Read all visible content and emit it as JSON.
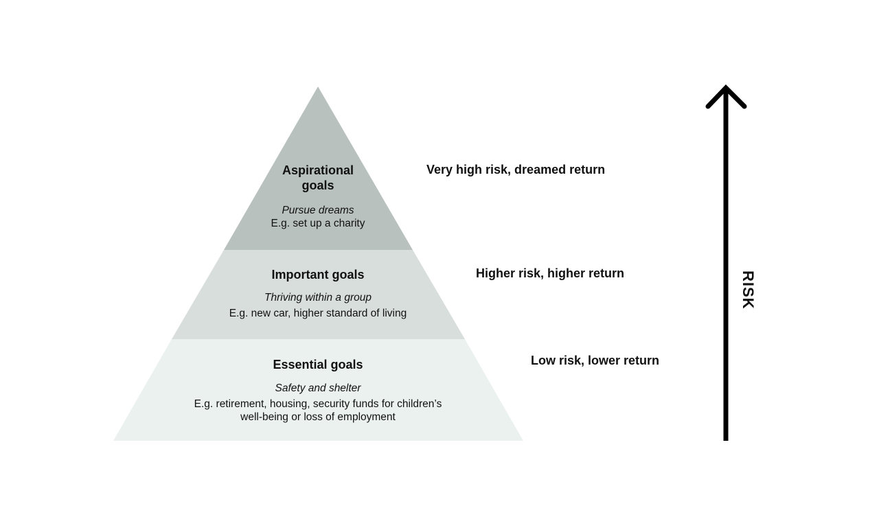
{
  "colors": {
    "tier_top": "#b8c1bd",
    "tier_middle": "#d8dedb",
    "tier_bottom": "#eaf1ee",
    "arrow": "#000000",
    "text": "#111111"
  },
  "tiers": [
    {
      "title_line1": "Aspirational",
      "title_line2": "goals",
      "subtitle": "Pursue dreams",
      "example_line1": "E.g. set up a charity",
      "risk_label": "Very high risk, dreamed return"
    },
    {
      "title": "Important goals",
      "subtitle": "Thriving within a group",
      "example_line1": "E.g. new car, higher standard of living",
      "risk_label": "Higher risk, higher return"
    },
    {
      "title": "Essential goals",
      "subtitle": "Safety and shelter",
      "example_line1": "E.g. retirement, housing, security funds for children’s",
      "example_line2": "well-being or loss of employment",
      "risk_label": "Low risk, lower return"
    }
  ],
  "axis": {
    "label": "RISK",
    "direction": "up"
  }
}
